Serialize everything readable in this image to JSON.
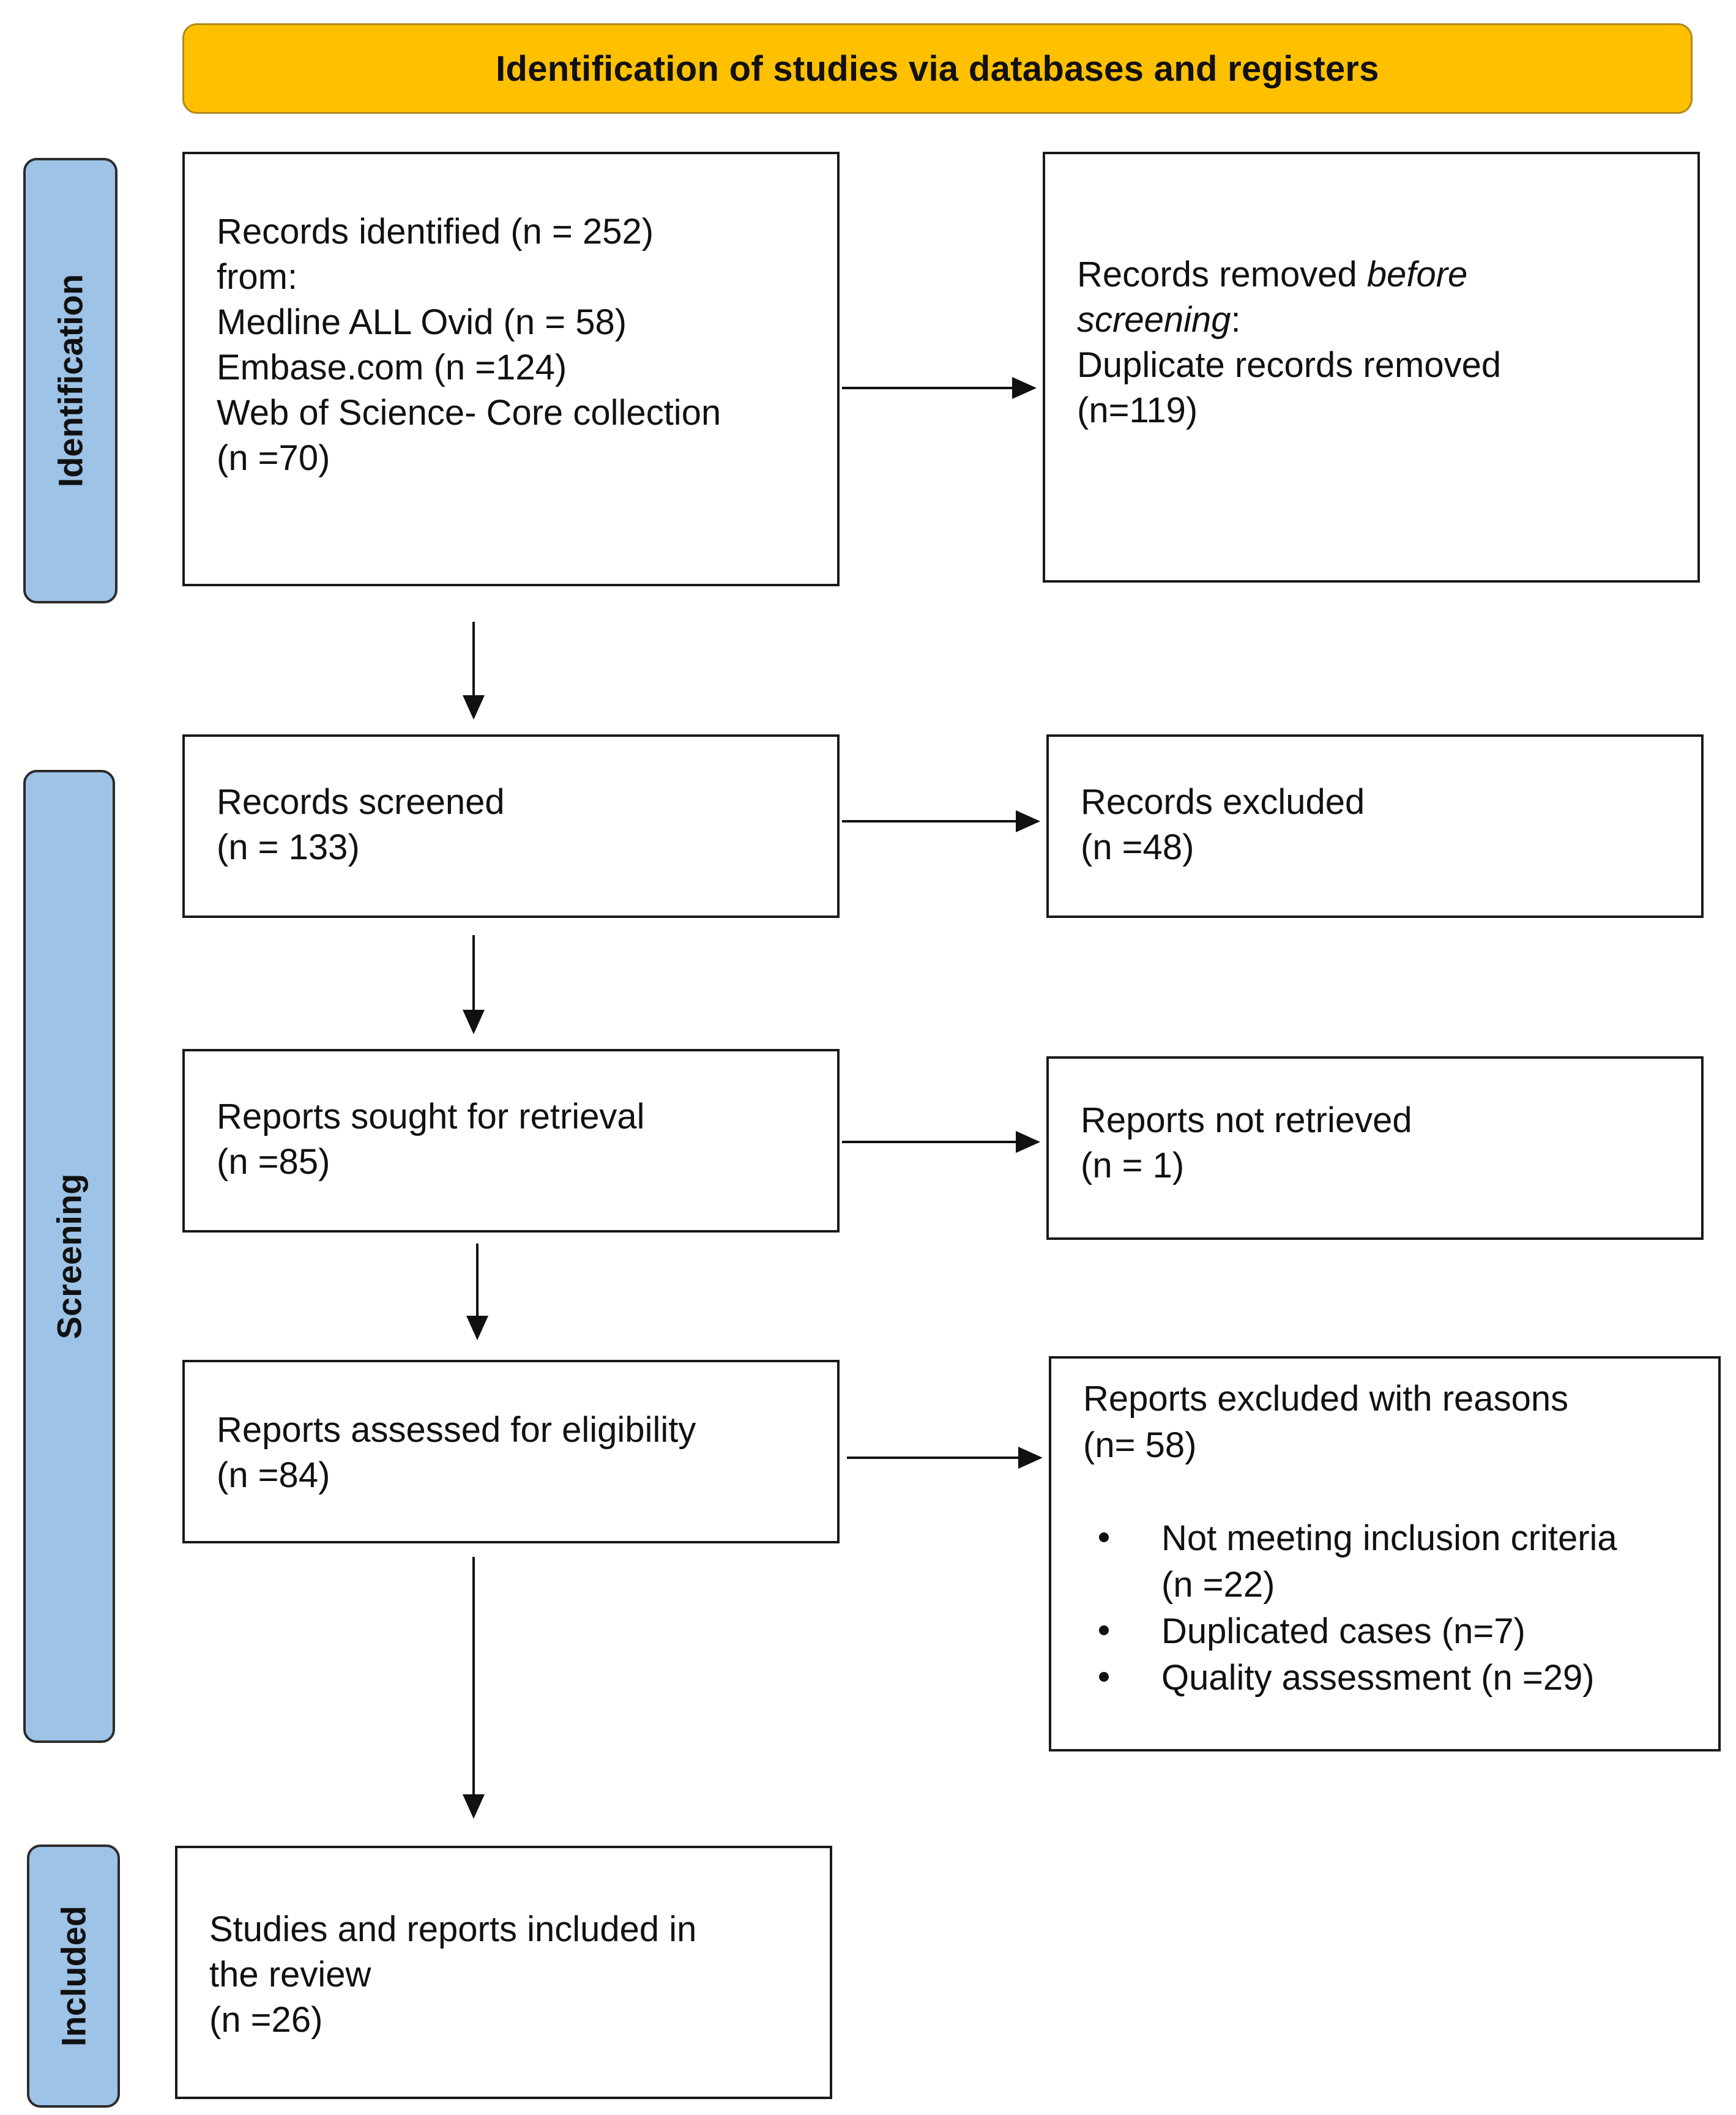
{
  "banner": {
    "title": "Identification of studies via databases and registers"
  },
  "phases": {
    "identification": "Identification",
    "screening": "Screening",
    "included": "Included"
  },
  "records_identified": {
    "lines": [
      "Records identified (n = 252)",
      "from:",
      "Medline ALL Ovid (n = 58)",
      "Embase.com (n =124)",
      "Web of Science- Core collection",
      "(n =70)"
    ]
  },
  "records_removed": {
    "lead": "Records removed ",
    "lead_italic": "before",
    "line2_italic": "screening",
    "line2_rest": ":",
    "line3": "Duplicate records removed",
    "line4": "(n=119)"
  },
  "records_screened": {
    "lines": [
      "Records screened",
      "(n = 133)"
    ]
  },
  "records_excluded": {
    "lines": [
      "Records excluded",
      "(n =48)"
    ]
  },
  "reports_sought": {
    "lines": [
      "Reports sought for retrieval",
      "(n =85)"
    ]
  },
  "reports_not_retrieved": {
    "lines": [
      "Reports not retrieved",
      "(n = 1)"
    ]
  },
  "reports_assessed": {
    "lines": [
      "Reports assessed for eligibility",
      "(n =84)"
    ]
  },
  "reports_excluded": {
    "lines": [
      "Reports excluded with reasons",
      "(n= 58)"
    ],
    "bullets": [
      {
        "line1": "Not meeting inclusion criteria",
        "line2": "(n =22)"
      },
      {
        "line1": "Duplicated cases (n=7)"
      },
      {
        "line1": "Quality assessment (n =29)"
      }
    ]
  },
  "included_studies": {
    "lines": [
      "Studies and reports included in",
      "the review",
      "(n =26)"
    ]
  }
}
